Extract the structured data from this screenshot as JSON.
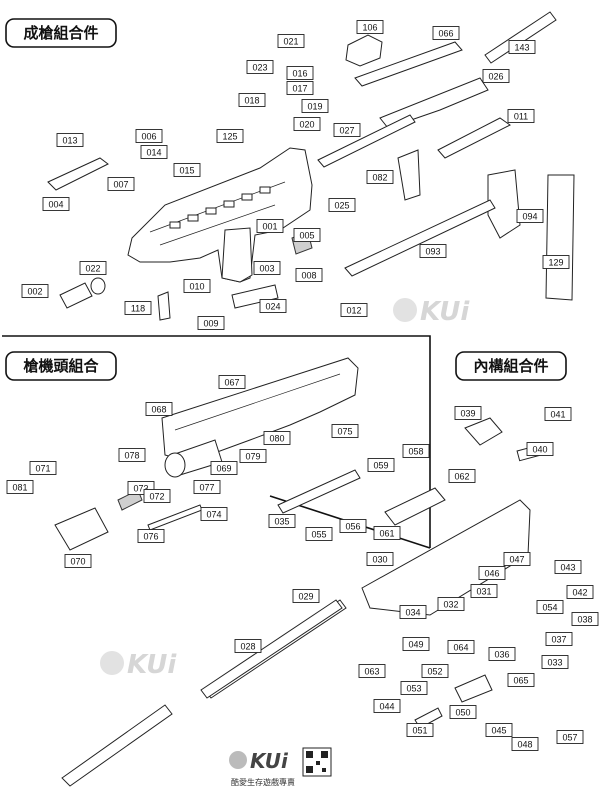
{
  "sections": [
    {
      "id": "complete",
      "title": "成槍組合件"
    },
    {
      "id": "upper",
      "title": "槍機頭組合"
    },
    {
      "id": "internal",
      "title": "內構組合件"
    }
  ],
  "parts": [
    "106",
    "066",
    "143",
    "021",
    "023",
    "016",
    "017",
    "018",
    "019",
    "020",
    "125",
    "026",
    "011",
    "027",
    "013",
    "006",
    "014",
    "015",
    "007",
    "004",
    "082",
    "025",
    "094",
    "001",
    "005",
    "093",
    "022",
    "003",
    "008",
    "010",
    "002",
    "118",
    "009",
    "024",
    "012",
    "129",
    "067",
    "068",
    "075",
    "080",
    "079",
    "071",
    "078",
    "069",
    "081",
    "073",
    "072",
    "077",
    "074",
    "076",
    "070",
    "059",
    "062",
    "058",
    "039",
    "041",
    "040",
    "035",
    "056",
    "055",
    "061",
    "030",
    "047",
    "043",
    "046",
    "031",
    "042",
    "054",
    "038",
    "029",
    "034",
    "032",
    "037",
    "028",
    "063",
    "049",
    "064",
    "036",
    "033",
    "052",
    "053",
    "065",
    "044",
    "050",
    "045",
    "051",
    "048",
    "057"
  ],
  "watermark": {
    "brand": "KUi"
  },
  "footer": {
    "brand": "KUi",
    "tagline": "酷愛生存遊戲專賣"
  }
}
